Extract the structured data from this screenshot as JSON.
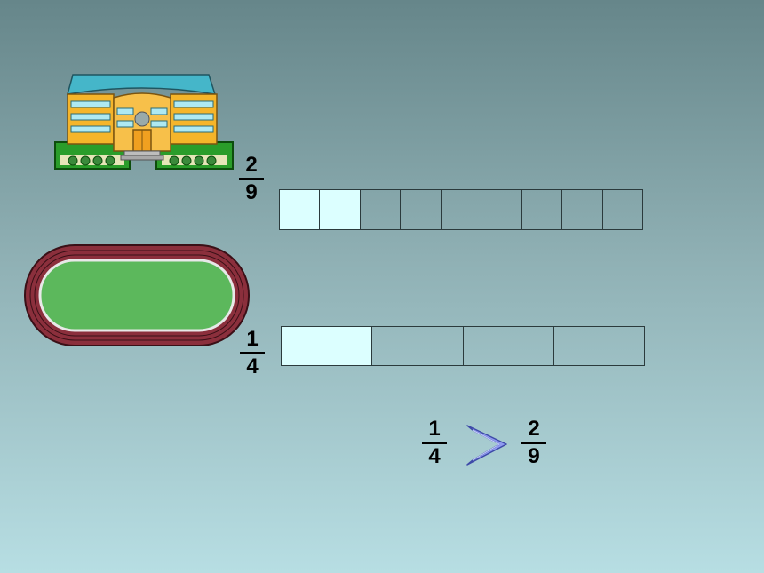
{
  "colors": {
    "shaded": "#dcffff",
    "outline": "#2b3a3c",
    "field": "#5cb85c",
    "track": "#8b2f3c"
  },
  "fraction_top": {
    "numerator": "2",
    "denominator": "9"
  },
  "strip_top": {
    "parts": 9,
    "shaded": 2
  },
  "fraction_mid": {
    "numerator": "1",
    "denominator": "4"
  },
  "strip_mid": {
    "parts": 4,
    "shaded": 1
  },
  "comparison": {
    "left": {
      "numerator": "1",
      "denominator": "4"
    },
    "symbol": "greater-than",
    "right": {
      "numerator": "2",
      "denominator": "9"
    }
  },
  "icons": [
    "school-building-icon",
    "running-track-icon",
    "greater-than-icon"
  ]
}
